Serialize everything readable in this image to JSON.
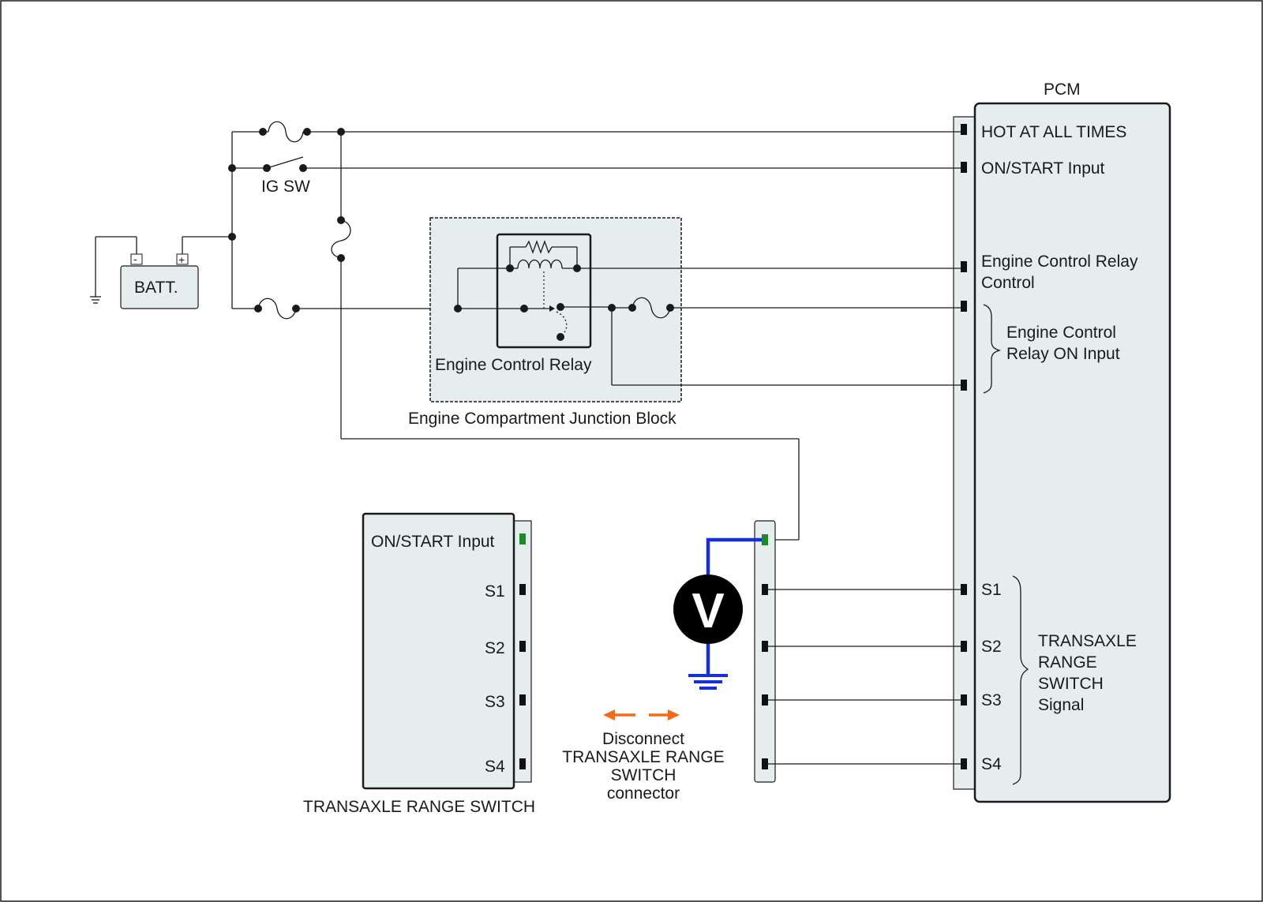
{
  "colors": {
    "box_fill": "#e6edee",
    "wire": "#1a1a1a",
    "meter_lead": "#1630d6",
    "connector_pin_active": "#1a8a2a",
    "disconnect_arrows": "#f26a1b"
  },
  "pcm": {
    "title": "PCM",
    "hot_at_all_times": "HOT AT ALL TIMES",
    "on_start_input": "ON/START Input",
    "ecr_control_line1": "Engine Control Relay",
    "ecr_control_line2": "Control",
    "ecr_on_input_line1": "Engine Control",
    "ecr_on_input_line2": "Relay ON Input",
    "s1": "S1",
    "s2": "S2",
    "s3": "S3",
    "s4": "S4",
    "trs_signal_line1": "TRANSAXLE",
    "trs_signal_line2": "RANGE",
    "trs_signal_line3": "SWITCH",
    "trs_signal_line4": "Signal"
  },
  "battery": {
    "label": "BATT.",
    "neg": "-",
    "pos": "+"
  },
  "ignition_switch": {
    "label": "IG SW"
  },
  "junction_block": {
    "label": "Engine Compartment Junction Block",
    "relay_label": "Engine Control Relay"
  },
  "transaxle_range_switch": {
    "label": "TRANSAXLE RANGE SWITCH",
    "on_start_input": "ON/START Input",
    "s1": "S1",
    "s2": "S2",
    "s3": "S3",
    "s4": "S4"
  },
  "voltmeter": {
    "symbol": "V"
  },
  "instruction": {
    "line1": "Disconnect",
    "line2": "TRANSAXLE RANGE",
    "line3": "SWITCH",
    "line4": "connector"
  }
}
